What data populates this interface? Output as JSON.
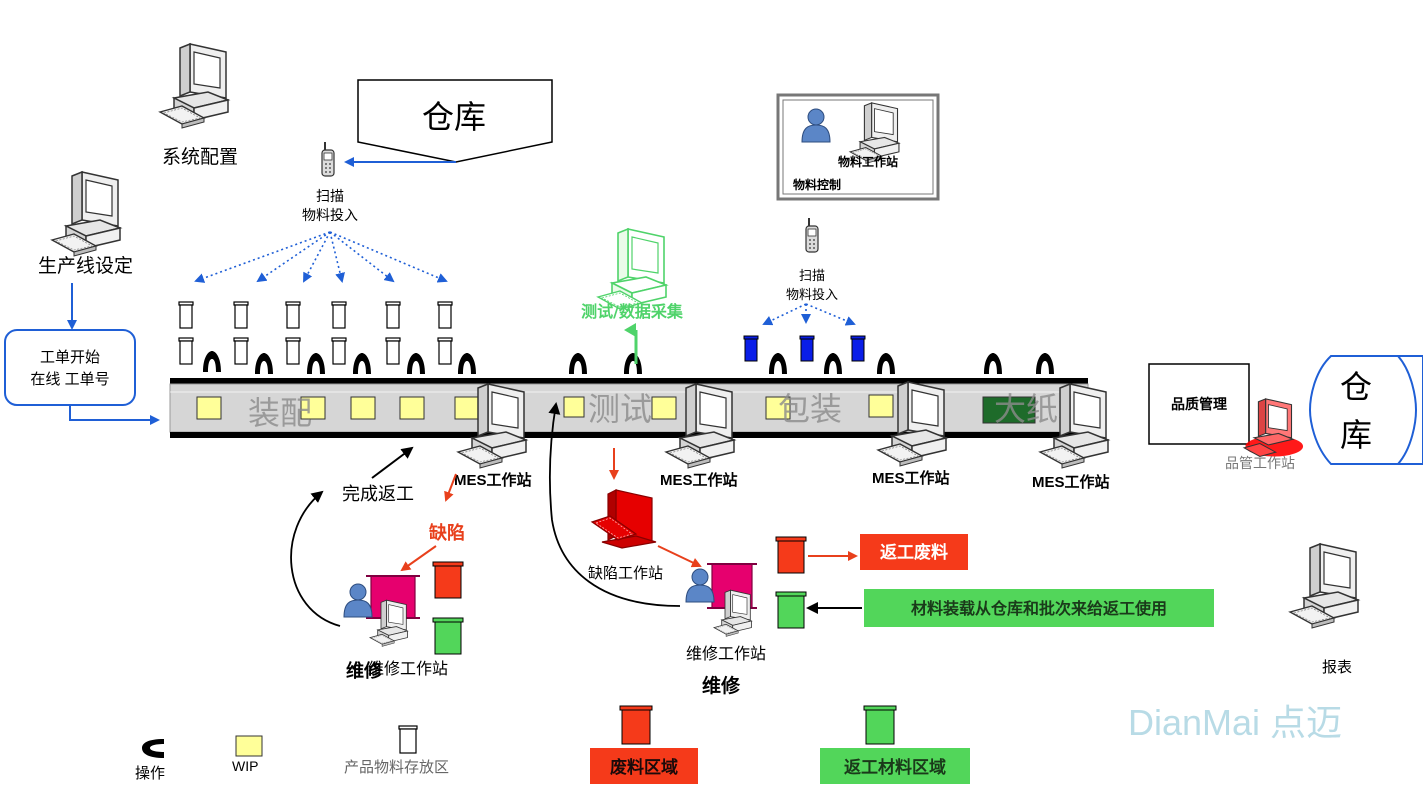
{
  "labels": {
    "system_config": "系统配置",
    "line_setup": "生产线设定",
    "wo_start_l1": "工单开始",
    "wo_start_l2": "在线 工单号",
    "warehouse_top": "仓库",
    "scan_l1": "扫描",
    "scan_l2": "物料投入",
    "test_data": "测试/数据采集",
    "mat_control": "物料控制",
    "mat_station": "物料工作站",
    "scan2_l1": "扫描",
    "scan2_l2": "物料投入",
    "quality_mgmt": "品质管理",
    "qc_station": "品管工作站",
    "warehouse_right_l1": "仓",
    "warehouse_right_l2": "库",
    "stage_assembly": "装配",
    "stage_test": "测试",
    "stage_pack": "包装",
    "stage_carton": "大纸箱",
    "mes1": "MES工作站",
    "mes2": "MES工作站",
    "mes3": "MES工作站",
    "mes4": "MES工作站",
    "rework_done": "完成返工",
    "defect": "缺陷",
    "defect_station": "缺陷工作站",
    "repair_station_left": "维修工作站",
    "repair_left": "维修",
    "repair_station_right": "维修工作站",
    "repair_right": "维修",
    "rework_scrap": "返工废料",
    "rework_material": "材料装载从仓库和批次来给返工使用",
    "report": "报表",
    "watermark": "DianMai 点迈",
    "legend_operation": "操作",
    "legend_wip": "WIP",
    "legend_storage": "产品物料存放区",
    "legend_scrap_area": "废料区域",
    "legend_rework_area": "返工材料区域"
  },
  "icons": {
    "computer": "computer-icon",
    "phone": "scanner-phone-icon",
    "operator": "operator-icon",
    "person": "person-icon",
    "wip": "wip-square-icon",
    "bin": "storage-bin-icon"
  },
  "colors": {
    "arrow_blue": "#1f5fd6",
    "defect_red": "#e8401c",
    "scrap_red": "#f53a1a",
    "rework_green": "#52d65a",
    "test_green": "#4fd36a",
    "wip_yellow": "#ffff99",
    "bin_blue": "#0a1ee8",
    "repair_pink": "#e6006e",
    "carton_green": "#1e6b2a",
    "belt_gray": "#d6d6d6"
  }
}
